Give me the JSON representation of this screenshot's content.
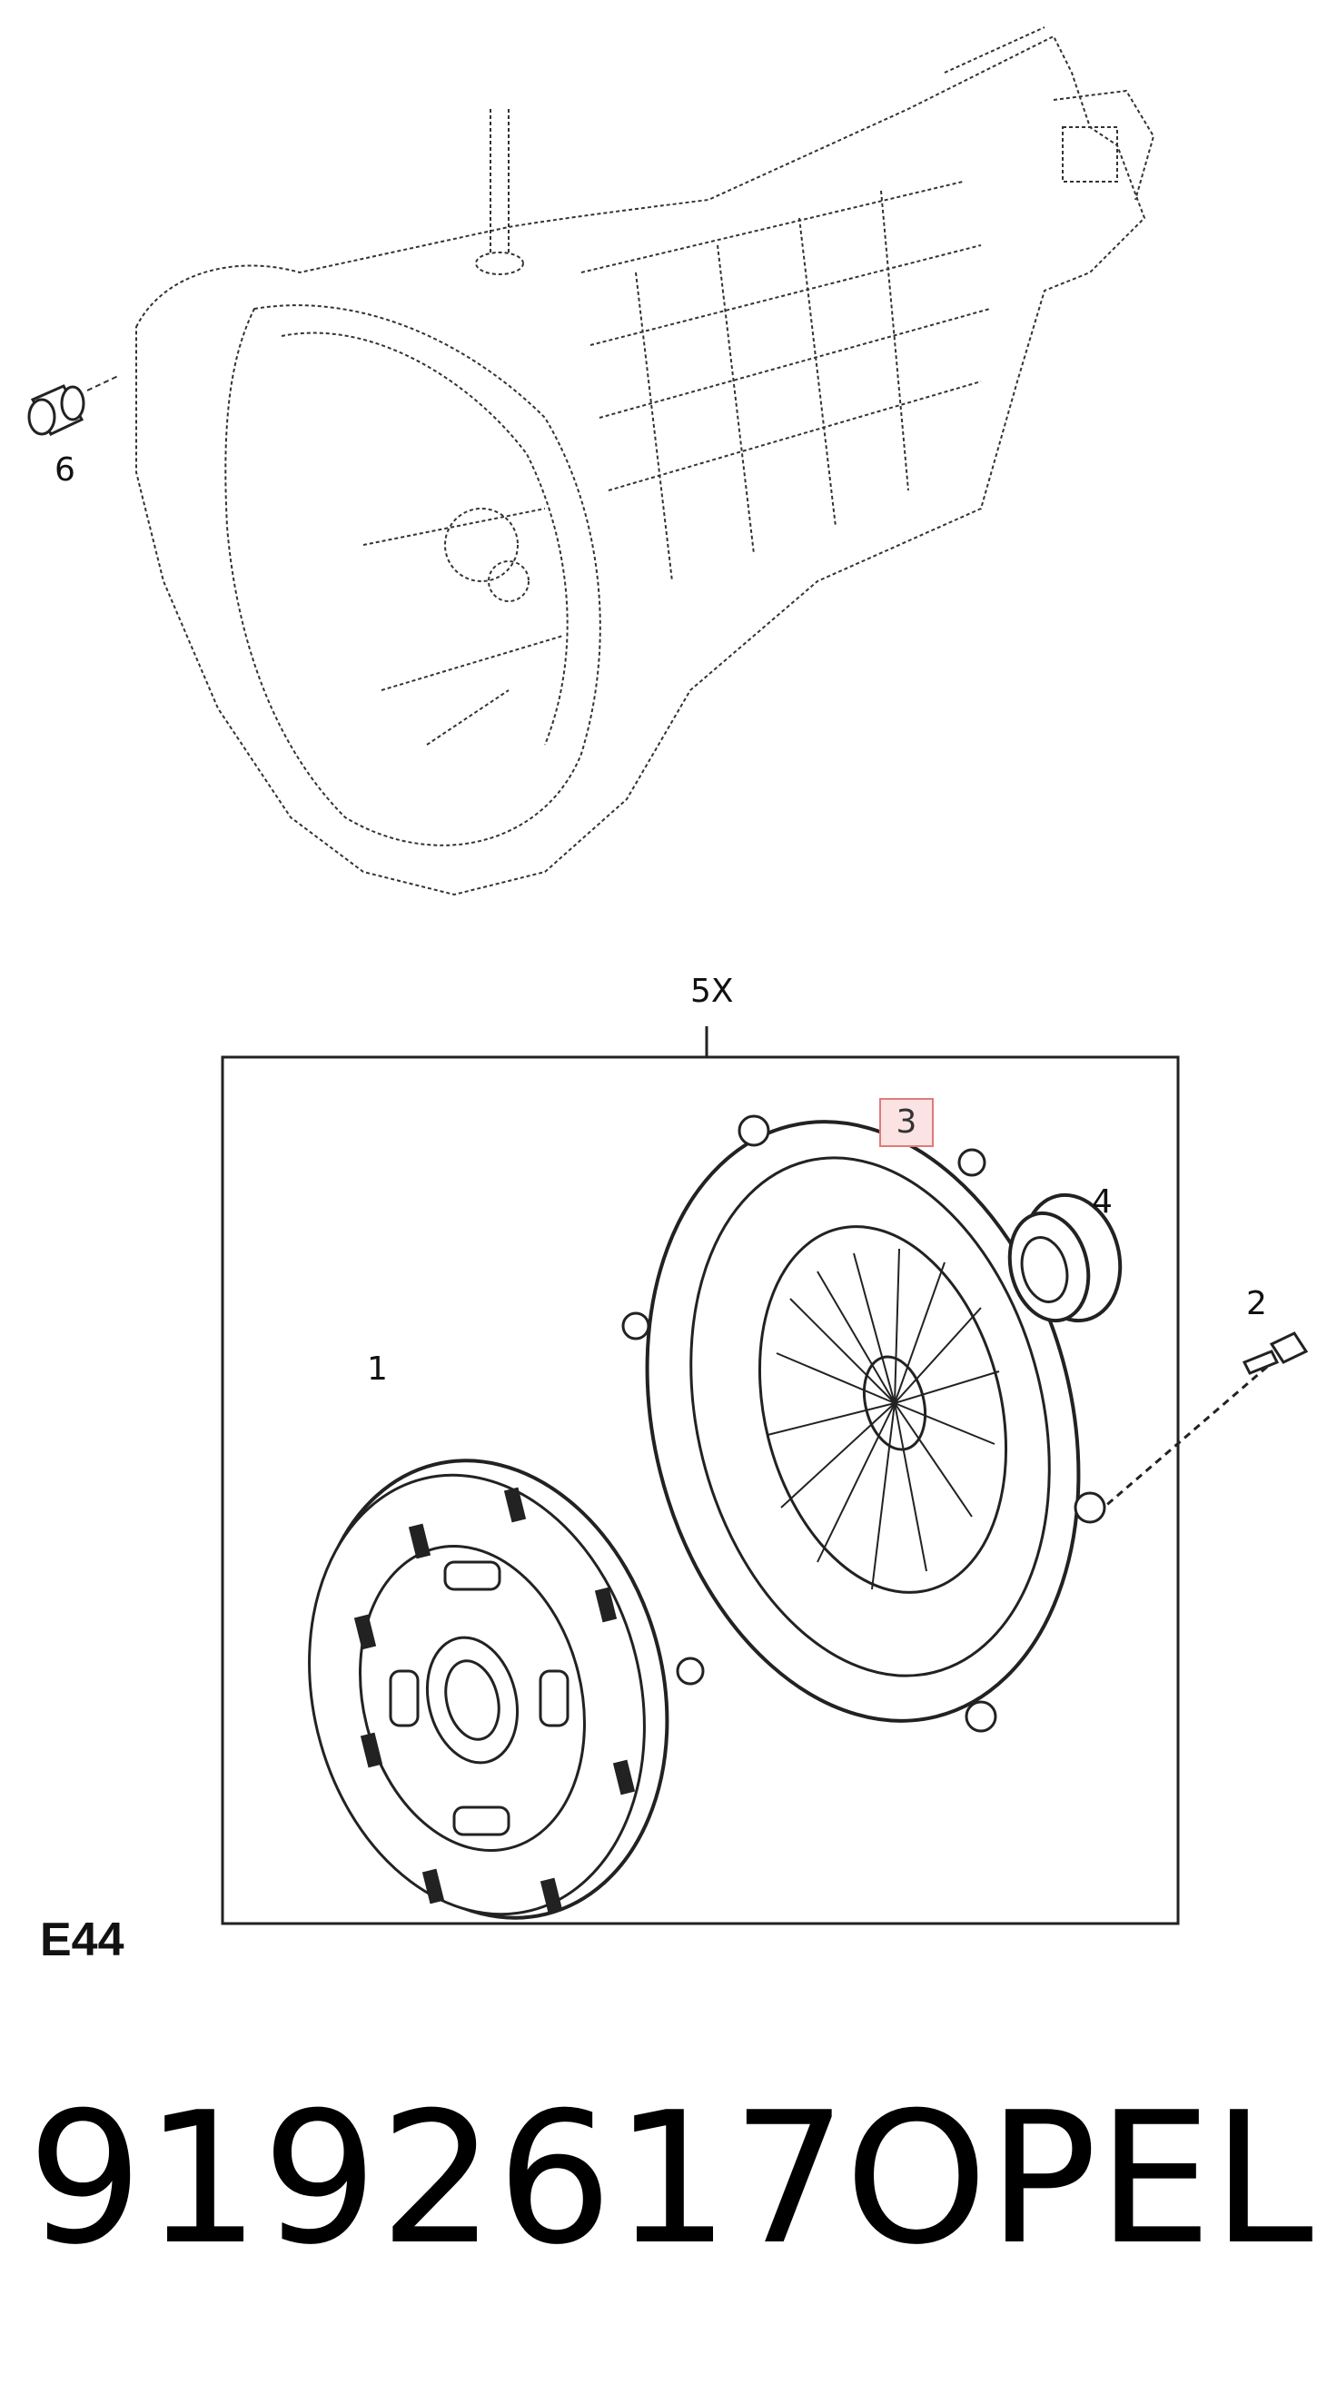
{
  "callouts": {
    "c1": "1",
    "c2": "2",
    "c3": "3",
    "c4": "4",
    "c5x": "5X",
    "c6": "6"
  },
  "section_code": "E44",
  "part_number": "9192617",
  "brand": "OPEL",
  "colors": {
    "line": "#222222",
    "highlight_border": "#e07a7a",
    "highlight_fill": "#fbe3e3"
  }
}
